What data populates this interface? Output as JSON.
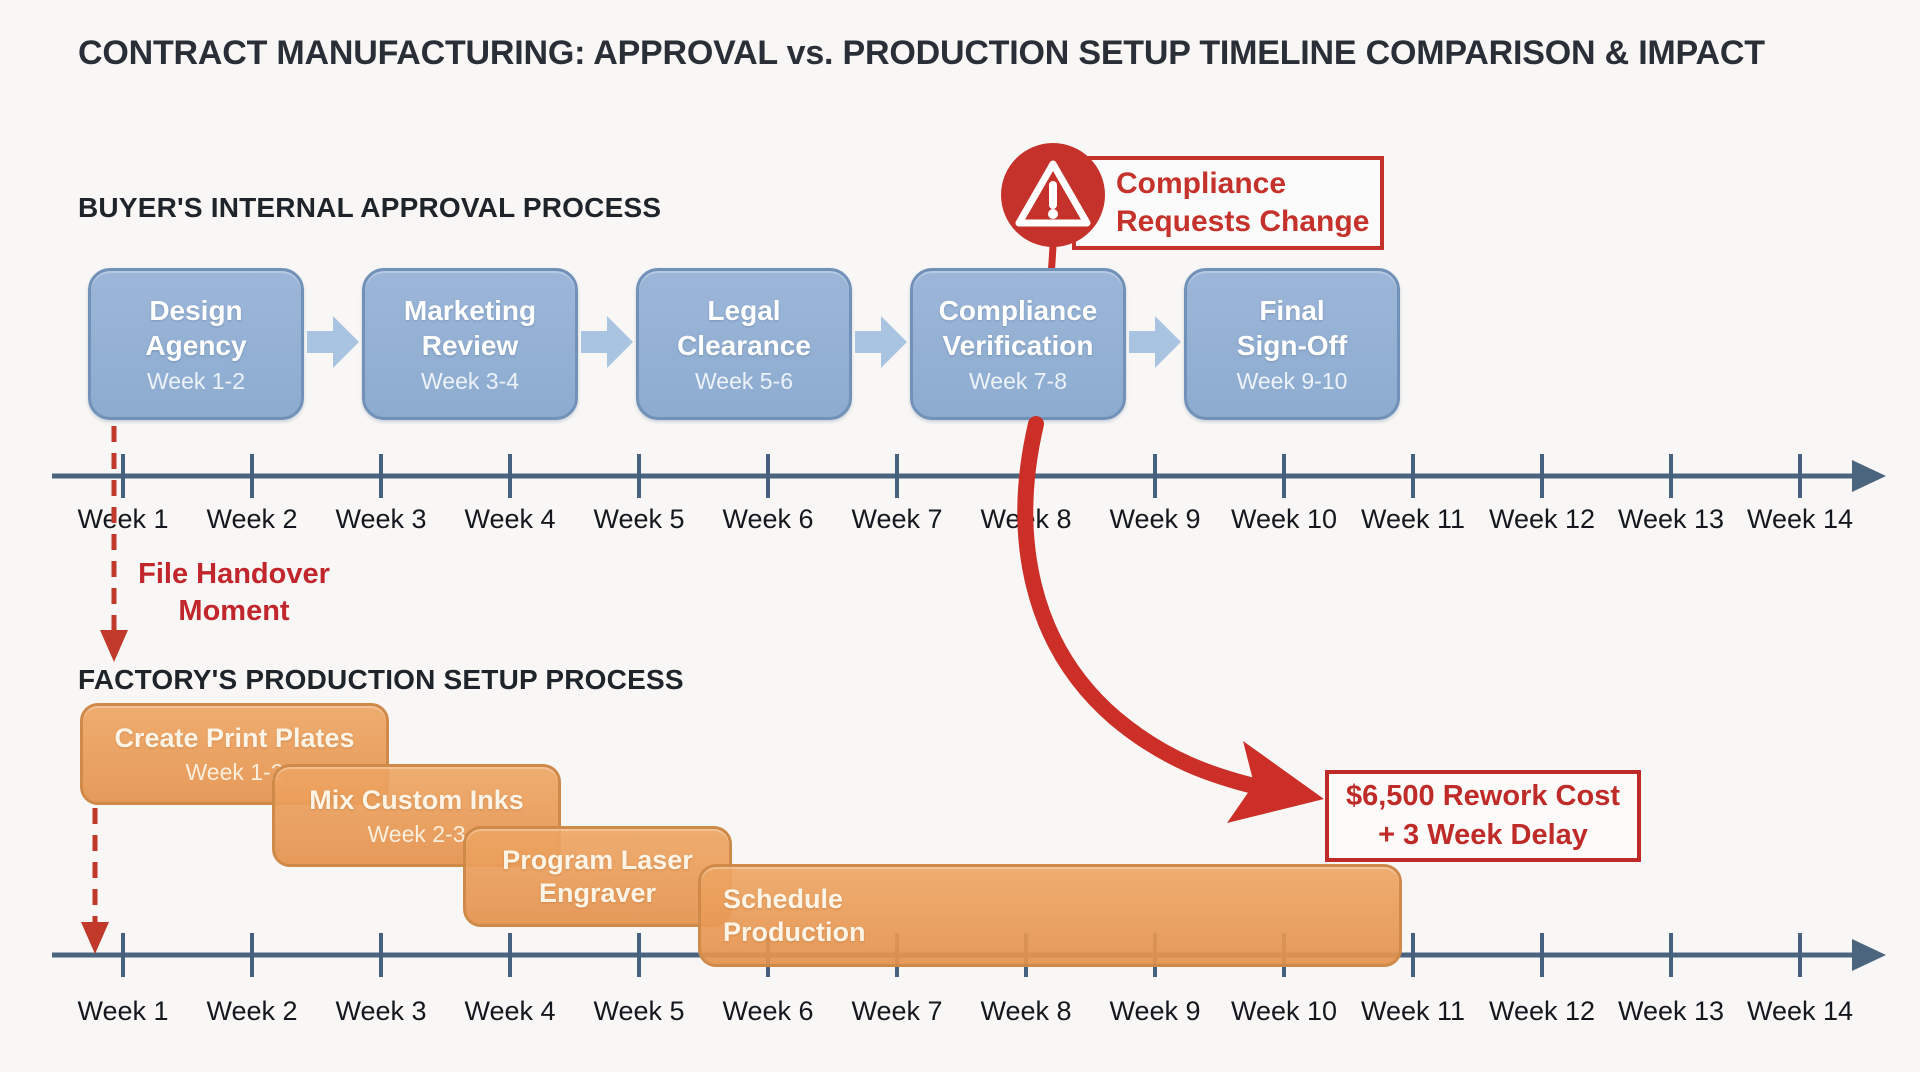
{
  "title": "CONTRACT MANUFACTURING: APPROVAL vs. PRODUCTION SETUP TIMELINE COMPARISON & IMPACT",
  "approval": {
    "heading": "BUYER'S INTERNAL APPROVAL PROCESS",
    "steps": [
      {
        "line1": "Design",
        "line2": "Agency",
        "weeks": "Week 1-2"
      },
      {
        "line1": "Marketing",
        "line2": "Review",
        "weeks": "Week 3-4"
      },
      {
        "line1": "Legal",
        "line2": "Clearance",
        "weeks": "Week 5-6"
      },
      {
        "line1": "Compliance",
        "line2": "Verification",
        "weeks": "Week 7-8"
      },
      {
        "line1": "Final",
        "line2": "Sign-Off",
        "weeks": "Week 9-10"
      }
    ]
  },
  "factory": {
    "heading": "FACTORY'S PRODUCTION SETUP PROCESS",
    "tasks": [
      {
        "line1": "Create Print Plates",
        "weeks": "Week 1-2"
      },
      {
        "line1": "Mix Custom Inks",
        "weeks": "Week 2-3"
      },
      {
        "line1": "Program Laser",
        "line2": "Engraver"
      },
      {
        "line1": "Schedule",
        "line2": "Production"
      }
    ]
  },
  "annotations": {
    "compliance_alert": {
      "line1": "Compliance",
      "line2": "Requests Change"
    },
    "file_handover": {
      "line1": "File Handover",
      "line2": "Moment"
    },
    "rework": {
      "line1": "$6,500 Rework Cost",
      "line2": "+ 3 Week Delay"
    }
  },
  "timeline": {
    "weeks": [
      "Week 1",
      "Week 2",
      "Week 3",
      "Week 4",
      "Week 5",
      "Week 6",
      "Week 7",
      "Week 8",
      "Week 9",
      "Week 10",
      "Week 11",
      "Week 12",
      "Week 13",
      "Week 14"
    ]
  },
  "colors": {
    "approval_box_fill": "#92afd3",
    "approval_box_border": "#7191b8",
    "flow_arrow_blue": "#a9c4e1",
    "factory_box_fill": "#e99a58",
    "factory_box_border": "#cf8a4a",
    "alert_red": "#c5322b",
    "axis_gray_blue": "#4b657e"
  }
}
